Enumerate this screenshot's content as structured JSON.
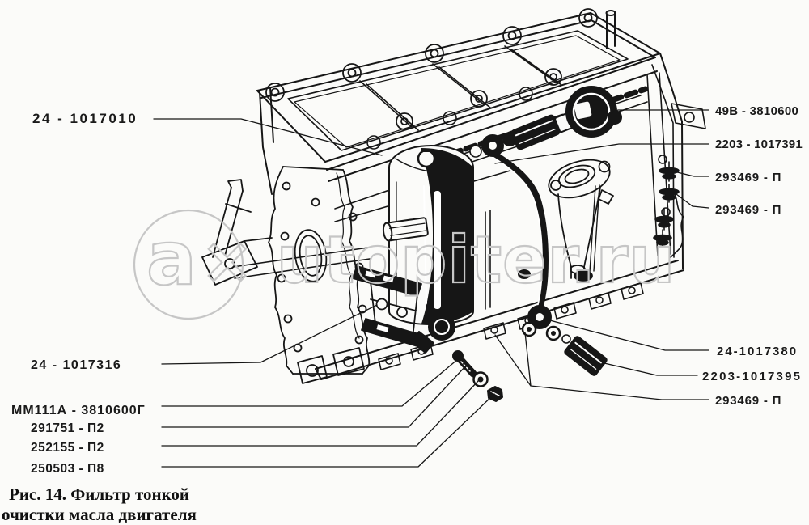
{
  "figure": {
    "caption_line1": "Рис. 14. Фильтр тонкой",
    "caption_line2": "очистки масла двигателя"
  },
  "watermark": {
    "logo_letter": "a",
    "logo_mark": "×",
    "text_after_logo": "utopiter.ru",
    "color": "#c6c6c6"
  },
  "callouts": {
    "left": [
      {
        "text": "24 - 1017010"
      },
      {
        "text": "24 - 1017316"
      },
      {
        "text": "ММ111А - 3810600Г"
      },
      {
        "text": "291751 - П2"
      },
      {
        "text": "252155 - П2"
      },
      {
        "text": "250503 - П8"
      }
    ],
    "right": [
      {
        "text": "49В - 3810600"
      },
      {
        "text": "2203 - 1017391"
      },
      {
        "text": "293469 - П"
      },
      {
        "text": "293469 - П"
      },
      {
        "text": "24-1017380"
      },
      {
        "text": "2203-1017395"
      },
      {
        "text": "293469 - П"
      }
    ]
  },
  "colors": {
    "ink": "#161616",
    "paper": "#fbfbf9"
  }
}
